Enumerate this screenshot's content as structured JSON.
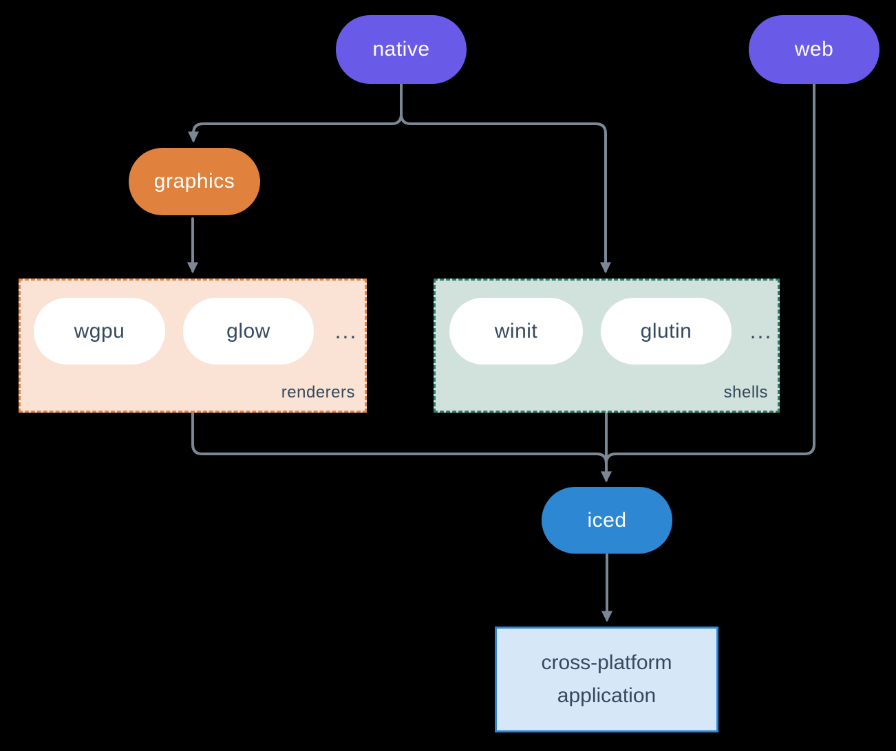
{
  "diagram": {
    "nodes": {
      "native": {
        "label": "native"
      },
      "web": {
        "label": "web"
      },
      "graphics": {
        "label": "graphics"
      },
      "iced": {
        "label": "iced"
      },
      "application": {
        "label": "cross-platform application"
      }
    },
    "groups": {
      "renderers": {
        "label": "renderers",
        "items": [
          "wgpu",
          "glow"
        ],
        "more": "..."
      },
      "shells": {
        "label": "shells",
        "items": [
          "winit",
          "glutin"
        ],
        "more": "..."
      }
    }
  },
  "colors": {
    "background": "#000000",
    "node-purple": "#6a5ae8",
    "node-orange": "#e0823d",
    "node-blue": "#2d87d3",
    "pill-white": "#ffffff",
    "text-light": "#ffffff",
    "text-dark": "#35495e",
    "connector": "#7a8794",
    "renderers-fill": "#fae3d4",
    "renderers-border": "#e58646",
    "shells-fill": "#d1e1db",
    "shells-border": "#2b7f71",
    "app-fill": "#d6e8f8",
    "app-border": "#2d87d8"
  }
}
